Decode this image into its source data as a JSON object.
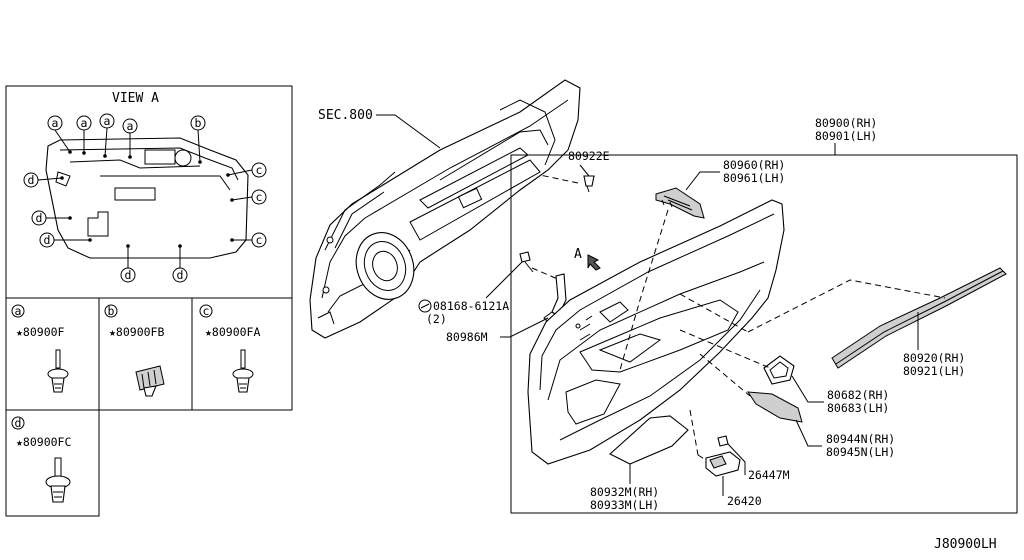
{
  "diagram": {
    "view_title": "VIEW A",
    "callout_letters": [
      "a",
      "a",
      "a",
      "a",
      "b",
      "c",
      "c",
      "c",
      "d",
      "d",
      "d",
      "d",
      "d"
    ],
    "fasteners": [
      {
        "letter": "a",
        "part": "★80900F"
      },
      {
        "letter": "b",
        "part": "★80900FB"
      },
      {
        "letter": "c",
        "part": "★80900FA"
      },
      {
        "letter": "d",
        "part": "★80900FC"
      }
    ],
    "labels": {
      "sec": "SEC.800",
      "p80922e": "80922E",
      "arrow_a": "A",
      "p08168": "08168-6121A",
      "p08168_qty": "(2)",
      "p80986m": "80986M",
      "p80900rh": "80900(RH)",
      "p80901lh": "80901(LH)",
      "p80960rh": "80960(RH)",
      "p80961lh": "80961(LH)",
      "p80920rh": "80920(RH)",
      "p80921lh": "80921(LH)",
      "p80682rh": "80682(RH)",
      "p80683lh": "80683(LH)",
      "p80944rh": "80944N(RH)",
      "p80945lh": "80945N(LH)",
      "p26447m": "26447M",
      "p26420": "26420",
      "p80932rh": "80932M(RH)",
      "p80933lh": "80933M(LH)"
    },
    "diagram_code": "J80900LH"
  }
}
